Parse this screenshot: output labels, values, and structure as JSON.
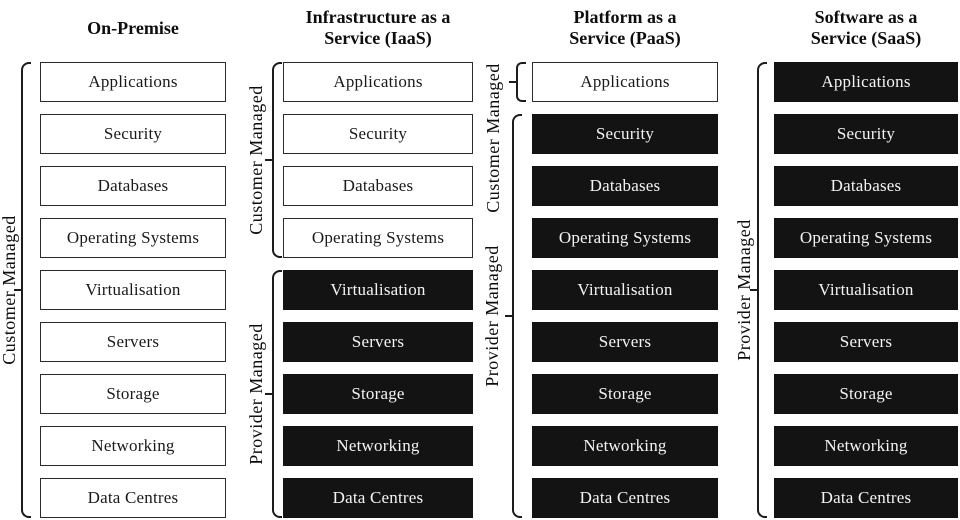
{
  "layers": [
    "Applications",
    "Security",
    "Databases",
    "Operating Systems",
    "Virtualisation",
    "Servers",
    "Storage",
    "Networking",
    "Data Centres"
  ],
  "columns": [
    {
      "title": "On-Premise",
      "title_lines": [
        "On-Premise"
      ],
      "boxes": [
        {
          "label": "Applications",
          "managed": "customer"
        },
        {
          "label": "Security",
          "managed": "customer"
        },
        {
          "label": "Databases",
          "managed": "customer"
        },
        {
          "label": "Operating Systems",
          "managed": "customer"
        },
        {
          "label": "Virtualisation",
          "managed": "customer"
        },
        {
          "label": "Servers",
          "managed": "customer"
        },
        {
          "label": "Storage",
          "managed": "customer"
        },
        {
          "label": "Networking",
          "managed": "customer"
        },
        {
          "label": "Data Centres",
          "managed": "customer"
        }
      ]
    },
    {
      "title": "Infrastructure as a Service (IaaS)",
      "title_lines": [
        "Infrastructure as a",
        "Service (IaaS)"
      ],
      "boxes": [
        {
          "label": "Applications",
          "managed": "customer"
        },
        {
          "label": "Security",
          "managed": "customer"
        },
        {
          "label": "Databases",
          "managed": "customer"
        },
        {
          "label": "Operating Systems",
          "managed": "customer"
        },
        {
          "label": "Virtualisation",
          "managed": "provider"
        },
        {
          "label": "Servers",
          "managed": "provider"
        },
        {
          "label": "Storage",
          "managed": "provider"
        },
        {
          "label": "Networking",
          "managed": "provider"
        },
        {
          "label": "Data Centres",
          "managed": "provider"
        }
      ]
    },
    {
      "title": "Platform as a Service (PaaS)",
      "title_lines": [
        "Platform as a",
        "Service (PaaS)"
      ],
      "boxes": [
        {
          "label": "Applications",
          "managed": "customer"
        },
        {
          "label": "Security",
          "managed": "provider"
        },
        {
          "label": "Databases",
          "managed": "provider"
        },
        {
          "label": "Operating Systems",
          "managed": "provider"
        },
        {
          "label": "Virtualisation",
          "managed": "provider"
        },
        {
          "label": "Servers",
          "managed": "provider"
        },
        {
          "label": "Storage",
          "managed": "provider"
        },
        {
          "label": "Networking",
          "managed": "provider"
        },
        {
          "label": "Data Centres",
          "managed": "provider"
        }
      ]
    },
    {
      "title": "Software as a Service (SaaS)",
      "title_lines": [
        "Software as a",
        "Service (SaaS)"
      ],
      "boxes": [
        {
          "label": "Applications",
          "managed": "provider"
        },
        {
          "label": "Security",
          "managed": "provider"
        },
        {
          "label": "Databases",
          "managed": "provider"
        },
        {
          "label": "Operating Systems",
          "managed": "provider"
        },
        {
          "label": "Virtualisation",
          "managed": "provider"
        },
        {
          "label": "Servers",
          "managed": "provider"
        },
        {
          "label": "Storage",
          "managed": "provider"
        },
        {
          "label": "Networking",
          "managed": "provider"
        },
        {
          "label": "Data Centres",
          "managed": "provider"
        }
      ]
    }
  ],
  "brackets": [
    {
      "label": "Customer Managed",
      "column": "On-Premise",
      "from_layer": "Applications",
      "to_layer": "Data Centres"
    },
    {
      "label": "Customer Managed",
      "column": "Infrastructure as a Service (IaaS)",
      "from_layer": "Applications",
      "to_layer": "Operating Systems"
    },
    {
      "label": "Provider Managed",
      "column": "Infrastructure as a Service (IaaS)",
      "from_layer": "Virtualisation",
      "to_layer": "Data Centres"
    },
    {
      "label": "Customer Managed",
      "column": "Platform as a Service (PaaS)",
      "from_layer": "Applications",
      "to_layer": "Applications"
    },
    {
      "label": "Provider Managed",
      "column": "Platform as a Service (PaaS)",
      "from_layer": "Security",
      "to_layer": "Data Centres"
    },
    {
      "label": "Provider Managed",
      "column": "Software as a Service (SaaS)",
      "from_layer": "Applications",
      "to_layer": "Data Centres"
    }
  ],
  "colors": {
    "provider_box_bg": "#131313",
    "provider_box_text": "#f4f4f4",
    "customer_box_bg": "#ffffff",
    "customer_box_text": "#1a1a1a",
    "line": "#1c1c1c",
    "background": "#ffffff"
  }
}
